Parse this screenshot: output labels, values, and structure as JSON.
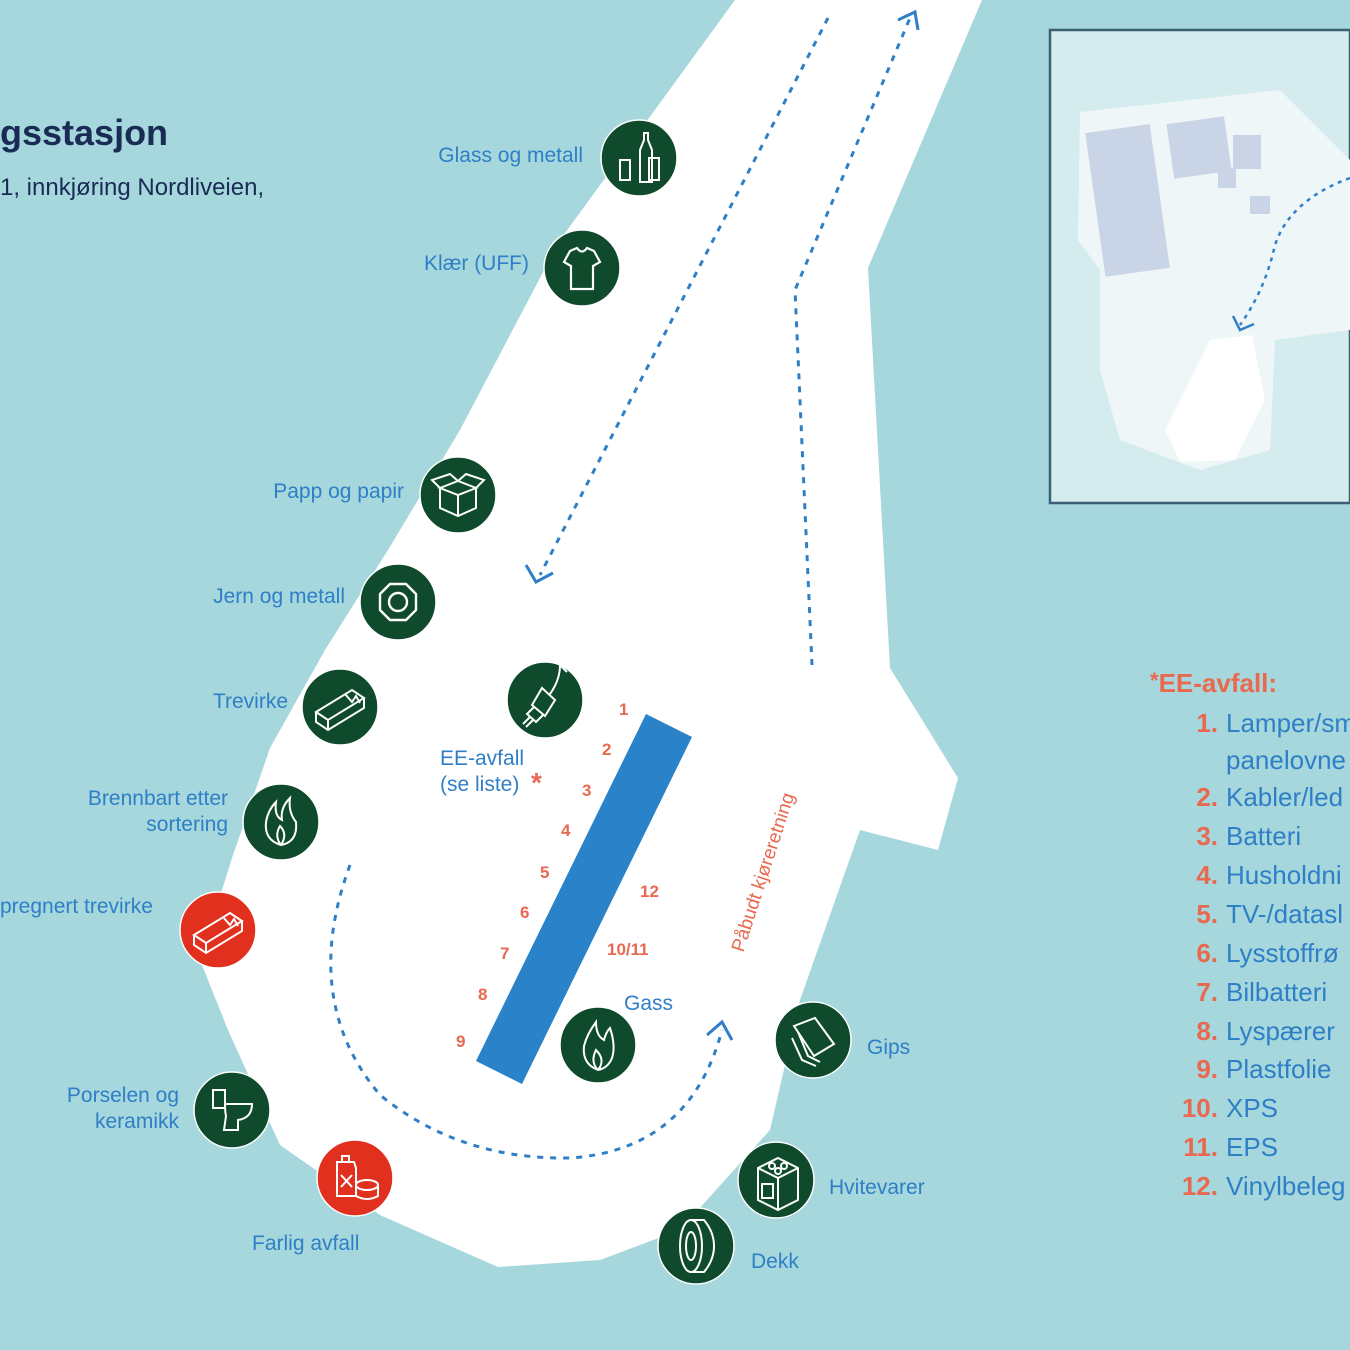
{
  "header": {
    "title": "gsstasjon",
    "subtitle": "1, innkjøring Nordliveien,"
  },
  "labels": {
    "glass": "Glass og metall",
    "klaer": "Klær (UFF)",
    "papp": "Papp og papir",
    "jern": "Jern og metall",
    "trevirke": "Trevirke",
    "brennbart_1": "Brennbart etter",
    "brennbart_2": "sortering",
    "impregnert": "pregnert trevirke",
    "porselen_1": "Porselen og",
    "porselen_2": "keramikk",
    "farlig": "Farlig avfall",
    "ee_1": "EE-avfall",
    "ee_2": "(se liste)",
    "gass": "Gass",
    "gips": "Gips",
    "hvitevarer": "Hvitevarer",
    "dekk": "Dekk",
    "direction": "Påbudt kjøreretning"
  },
  "asterisk": "*",
  "bay_numbers": [
    "1",
    "2",
    "3",
    "4",
    "5",
    "6",
    "7",
    "8",
    "9",
    "12",
    "10/11"
  ],
  "ee_list": {
    "heading": "EE-avfall:",
    "items": [
      {
        "n": "1.",
        "text": "Lamper/sm"
      },
      {
        "n": "2.",
        "text": "Kabler/led"
      },
      {
        "n": "3.",
        "text": "Batteri"
      },
      {
        "n": "4.",
        "text": "Husholdni"
      },
      {
        "n": "5.",
        "text": "TV-/datasl"
      },
      {
        "n": "6.",
        "text": "Lysstoffrø"
      },
      {
        "n": "7.",
        "text": "Bilbatteri"
      },
      {
        "n": "8.",
        "text": "Lyspærer"
      },
      {
        "n": "9.",
        "text": "Plastfolie"
      },
      {
        "n": "10.",
        "text": "XPS"
      },
      {
        "n": "11.",
        "text": "EPS"
      },
      {
        "n": "12.",
        "text": "Vinylbeleg"
      }
    ],
    "item1_cont": "panelovne"
  },
  "colors": {
    "water": "#a5d7dc",
    "land": "#ffffff",
    "station_green": "#0e4a2b",
    "hazard_red": "#e2301f",
    "label_blue": "#2f7fc7",
    "accent_orange": "#e8694f",
    "title_navy": "#1a2b55",
    "container_blue": "#2a82c8"
  },
  "icons": [
    "bottles-icon",
    "tshirt-icon",
    "box-icon",
    "nut-icon",
    "wood-icon",
    "flame-icon",
    "wood-hazard-icon",
    "toilet-icon",
    "canister-icon",
    "plug-icon",
    "gas-flame-icon",
    "plasterboard-icon",
    "stove-icon",
    "tire-icon"
  ]
}
